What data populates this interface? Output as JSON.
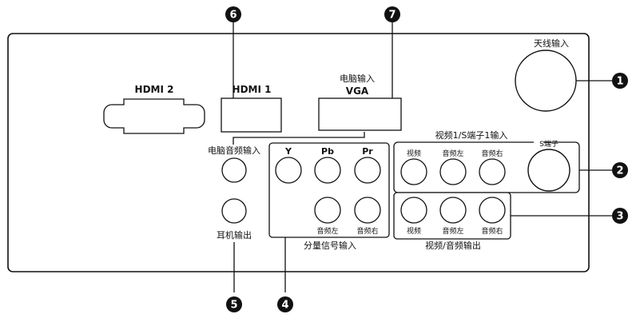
{
  "labels": {
    "hdmi2": "HDMI 2",
    "hdmi1": "HDMI 1",
    "pc_input": "电脑输入",
    "vga": "VGA",
    "antenna_input": "天线输入",
    "video1_s1_input": "视频1/S端子1输入",
    "s_terminal": "S端子",
    "pc_audio_input": "电脑音频输入",
    "component_input": "分量信号输入",
    "headphone_output": "耳机输出",
    "video_audio_output": "视频/音频输出"
  },
  "component_jacks": {
    "y": "Y",
    "pb": "Pb",
    "pr": "Pr",
    "audio_left": "音频左",
    "audio_right": "音频右"
  },
  "video_input_jacks": {
    "video": "视频",
    "audio_left": "音频左",
    "audio_right": "音频右"
  },
  "video_output_jacks": {
    "video": "视频",
    "audio_left": "音频左",
    "audio_right": "音频右"
  },
  "callouts": {
    "n1": "1",
    "n2": "2",
    "n3": "3",
    "n4": "4",
    "n5": "5",
    "n6": "6",
    "n7": "7"
  },
  "colors": {
    "line": "#111111",
    "panel_fill": "#ffffff",
    "callout_fill": "#111111",
    "callout_text": "#ffffff"
  }
}
